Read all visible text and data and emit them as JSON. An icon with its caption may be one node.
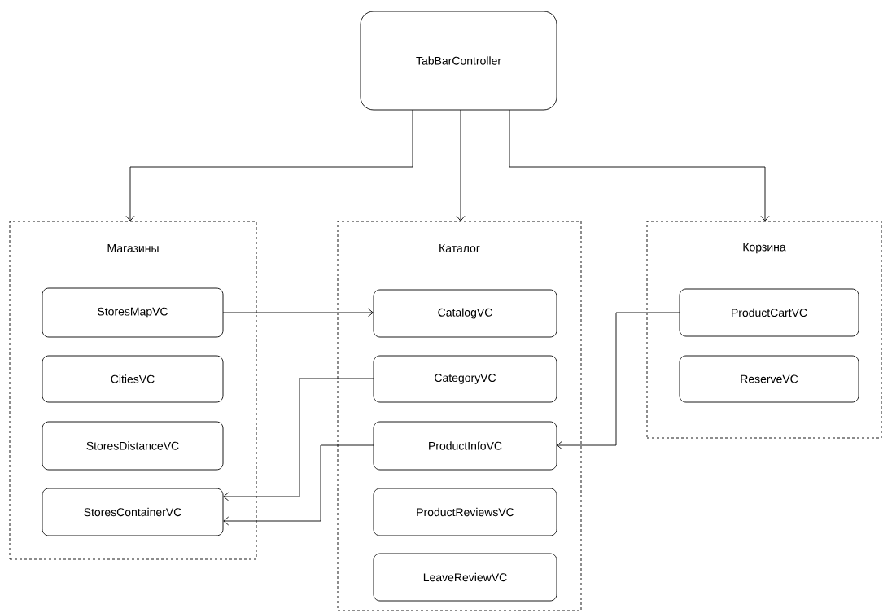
{
  "diagram": {
    "nodes": [
      {
        "text": [
          "TabBarController"
        ]
      },
      {
        "text": [
          "Магазины"
        ]
      },
      {
        "text": [
          "Каталог"
        ]
      },
      {
        "text": [
          "Корзина"
        ]
      },
      {
        "text": [
          "StoresMapVC"
        ],
        "in": 1
      },
      {
        "text": [
          "CitiesVC"
        ],
        "in": 1
      },
      {
        "text": [
          "StoresDistanceVC"
        ],
        "in": 1
      },
      {
        "text": [
          "StoresContainerVC"
        ],
        "in": 1
      },
      {
        "text": [
          "CatalogVC"
        ],
        "in": 2
      },
      {
        "text": [
          "CategoryVC"
        ],
        "in": 2
      },
      {
        "text": [
          "ProductInfoVC"
        ],
        "in": 2
      },
      {
        "text": [
          "ProductReviewsVC"
        ],
        "in": 2
      },
      {
        "text": [
          "LeaveReviewVC"
        ],
        "in": 2
      },
      {
        "text": [
          "ProductCartVC"
        ],
        "in": 3
      },
      {
        "text": [
          "ReserveVC"
        ],
        "in": 3
      }
    ],
    "edges": [
      {
        "from": 0,
        "to": 1,
        "arrow": "to"
      },
      {
        "from": 0,
        "to": 2,
        "arrow": "to"
      },
      {
        "from": 0,
        "to": 3,
        "arrow": "to"
      },
      {
        "from": 4,
        "to": 8,
        "arrow": "to"
      },
      {
        "from": 9,
        "to": 7,
        "arrow": "to"
      },
      {
        "from": 10,
        "to": 7,
        "arrow": "to"
      },
      {
        "from": 13,
        "to": 10,
        "arrow": "to"
      }
    ]
  }
}
